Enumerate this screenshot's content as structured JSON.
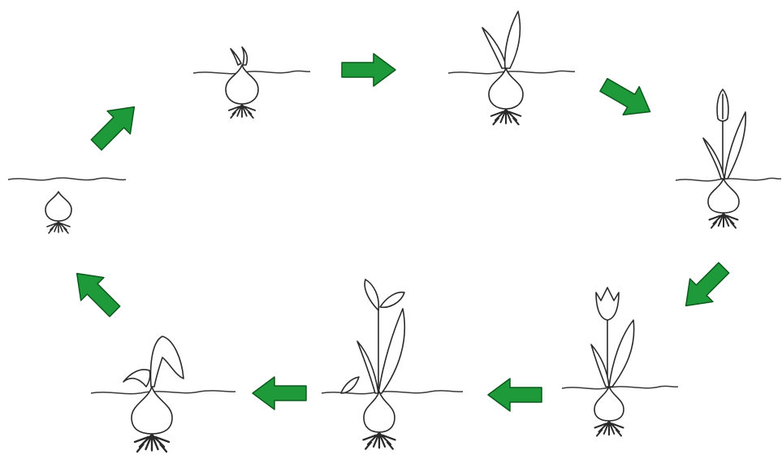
{
  "diagram": {
    "stages": [
      {
        "id": "bulb-dormant"
      },
      {
        "id": "bulb-sprouting"
      },
      {
        "id": "leaves-emerging"
      },
      {
        "id": "flower-bud"
      },
      {
        "id": "flowering"
      },
      {
        "id": "petals-dropping"
      },
      {
        "id": "leaves-dying-back"
      }
    ],
    "arrow_color": "#1f9a3a",
    "arrow_outline": "#0b5a1c",
    "direction": "clockwise"
  }
}
